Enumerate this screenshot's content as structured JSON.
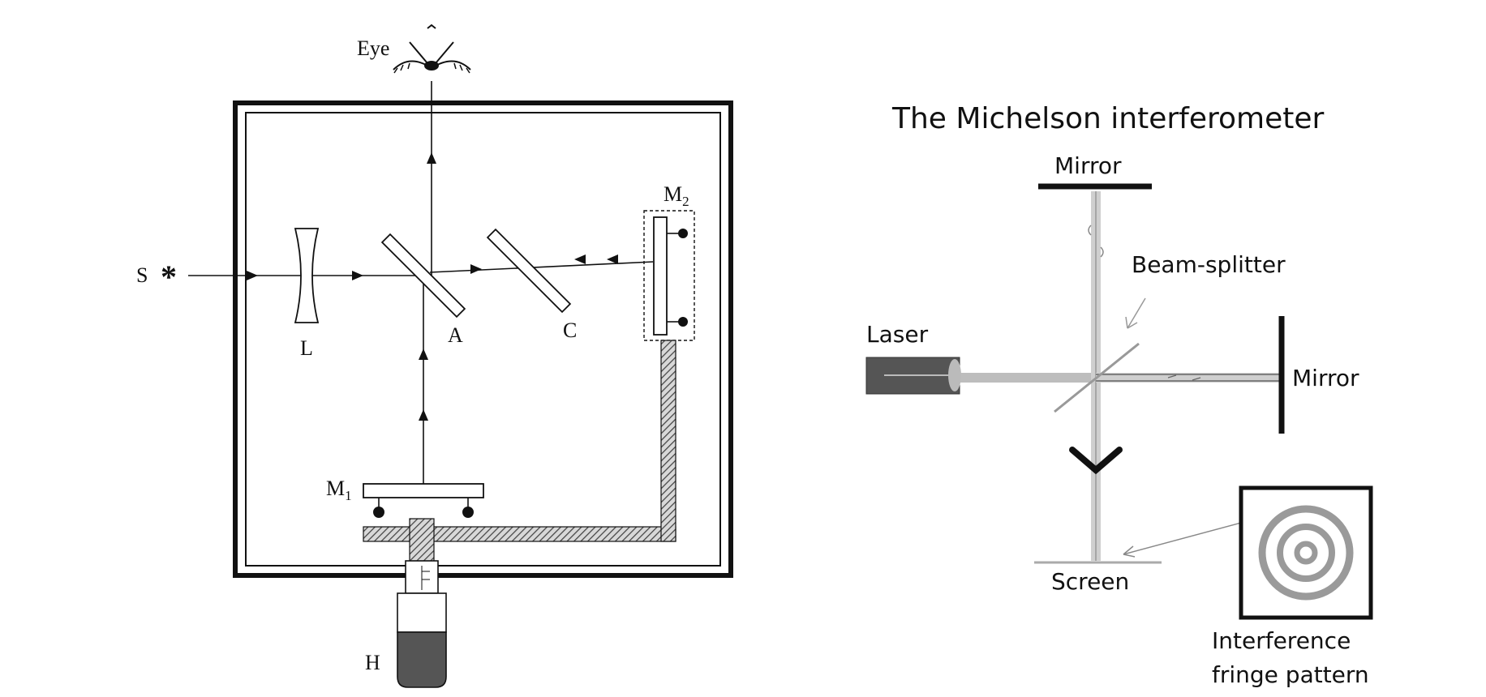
{
  "left_diagram": {
    "labels": {
      "eye": "Eye",
      "source": "S",
      "lens": "L",
      "splitter": "A",
      "compensator": "C",
      "mirror_fixed": "M",
      "mirror_fixed_sub": "2",
      "mirror_movable": "M",
      "mirror_movable_sub": "1",
      "handle": "H"
    }
  },
  "right_diagram": {
    "title": "The Michelson interferometer",
    "labels": {
      "mirror_top": "Mirror",
      "beam_splitter": "Beam-splitter",
      "laser": "Laser",
      "mirror_right": "Mirror",
      "screen": "Screen",
      "fringe_line1": "Interference",
      "fringe_line2": "fringe pattern"
    }
  },
  "colors": {
    "ink": "#111111",
    "beam": "#bdbdbd",
    "laser_body": "#555555",
    "fringe": "#9a9a9a",
    "hatch": "#444444"
  }
}
